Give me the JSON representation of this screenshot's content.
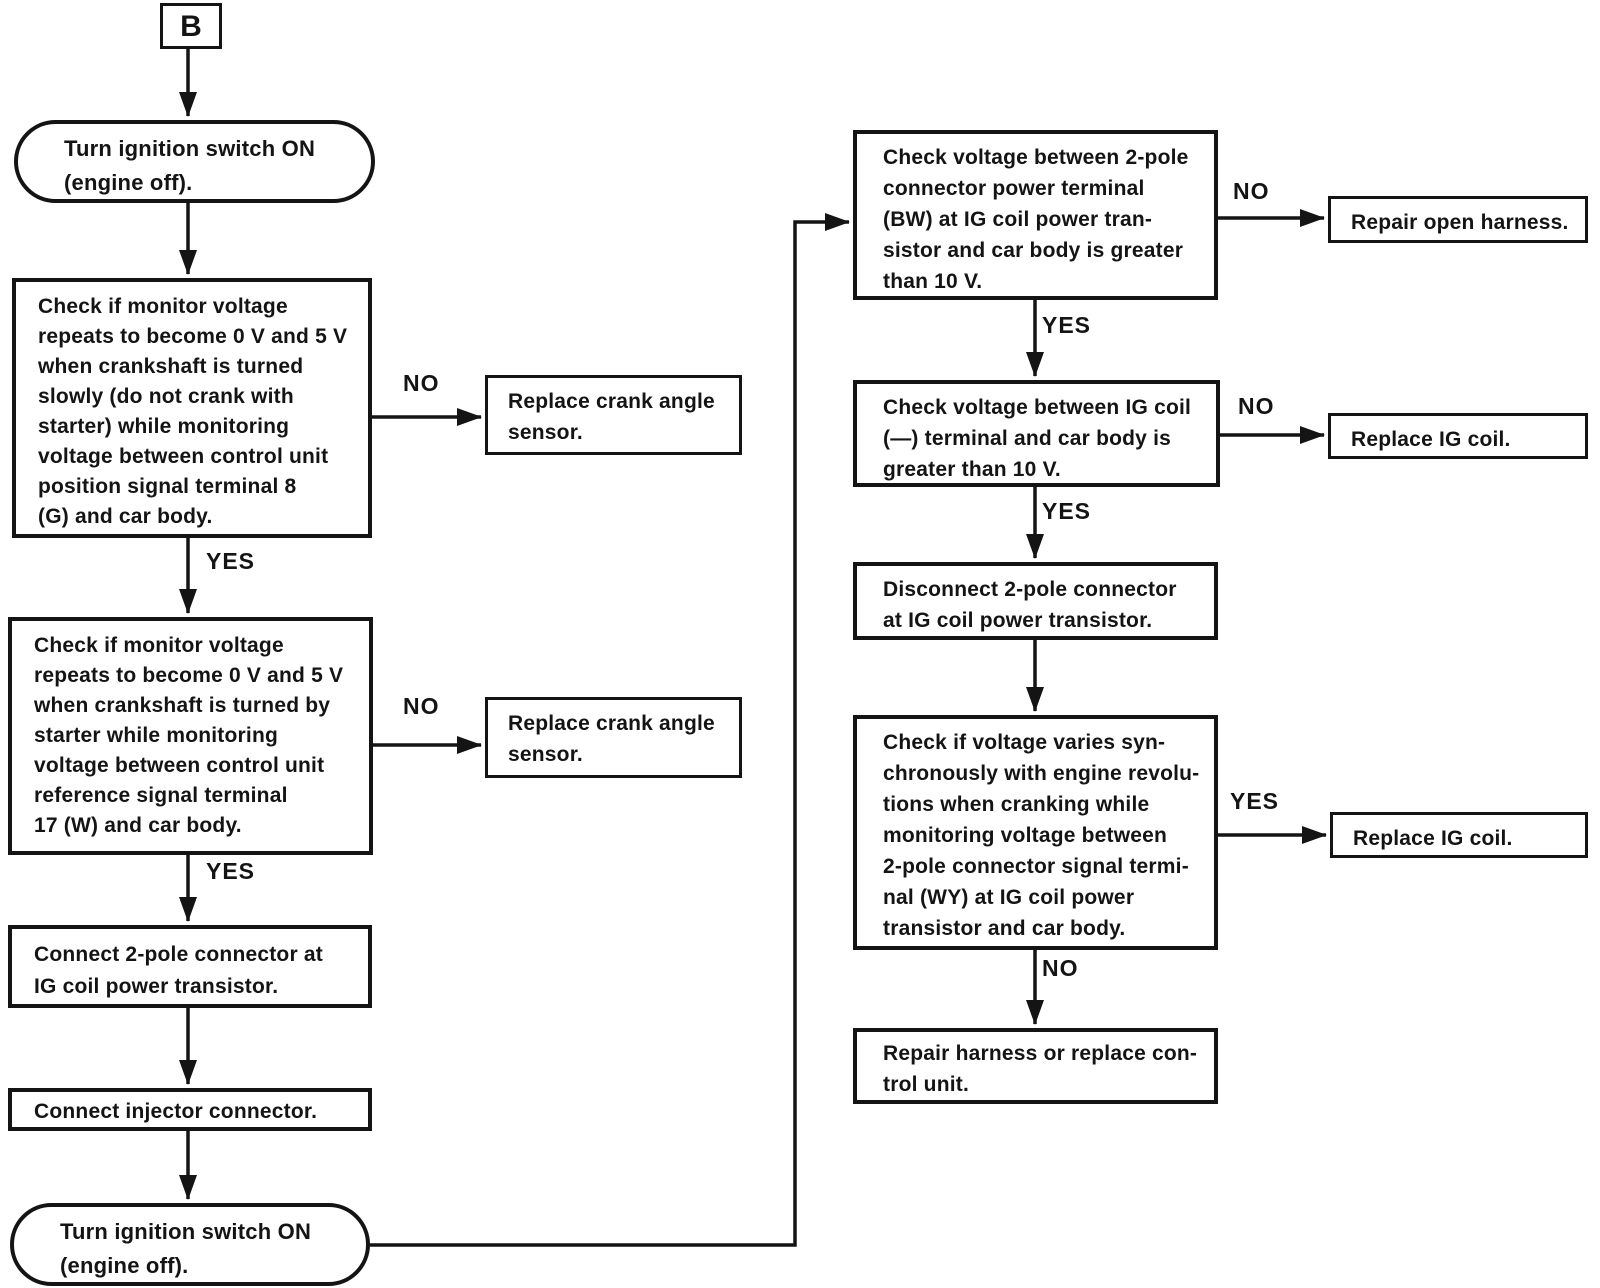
{
  "labels": {
    "yes": "YES",
    "no": "NO"
  },
  "nodes": {
    "entry": "B",
    "start_top": "Turn ignition switch ON\n(engine off).",
    "check_monitor_slow": "Check if monitor voltage\nrepeats to become 0 V and 5 V\nwhen crankshaft is turned\nslowly (do not crank with\nstarter) while monitoring\nvoltage between control unit\nposition signal terminal 8\n(G) and car body.",
    "replace_crank_1": "Replace crank angle\nsensor.",
    "check_monitor_starter": "Check if monitor voltage\nrepeats to become 0 V and 5 V\nwhen crankshaft is turned by\nstarter while monitoring\nvoltage between control unit\nreference signal terminal\n17 (W) and car body.",
    "replace_crank_2": "Replace crank angle\nsensor.",
    "connect_2pole": "Connect 2-pole connector at\nIG coil power transistor.",
    "connect_injector": "Connect injector connector.",
    "start_bottom": "Turn ignition switch ON\n(engine off).",
    "check_voltage_2pole": "Check voltage between 2-pole\nconnector power terminal\n(BW) at IG coil power tran-\nsistor and car body is greater\nthan 10 V.",
    "repair_open_harness": "Repair open harness.",
    "check_voltage_igcoil": "Check voltage between IG coil\n(—) terminal and car body is\ngreater than 10 V.",
    "replace_ig_coil_1": "Replace IG coil.",
    "disconnect_2pole": "Disconnect 2-pole connector\nat IG coil power transistor.",
    "check_voltage_varies": "Check if voltage varies syn-\nchronously with engine revolu-\ntions when cranking while\nmonitoring voltage between\n2-pole connector signal termi-\nnal (WY) at IG coil power\ntransistor and car body.",
    "replace_ig_coil_2": "Replace IG coil.",
    "repair_harness_control": "Repair harness or replace con-\ntrol unit."
  },
  "colors": {
    "line": "#141414",
    "background": "#ffffff"
  }
}
